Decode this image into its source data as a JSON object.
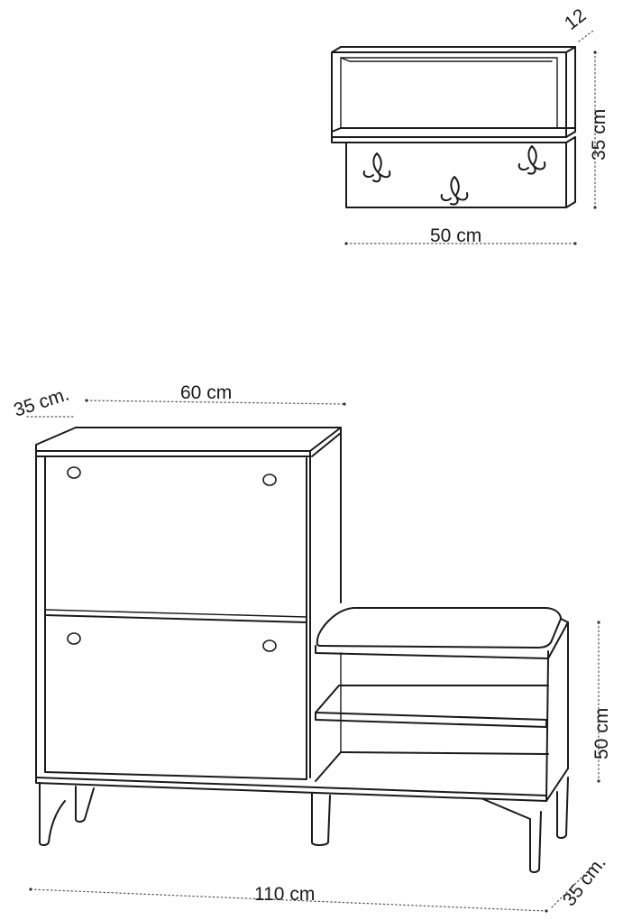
{
  "wall_shelf": {
    "depth_label": "12",
    "height_label": "35 cm",
    "width_label": "50 cm"
  },
  "cabinet": {
    "depth_label_top": "35 cm.",
    "cabinet_width_label": "60 cm",
    "bench_height_label": "50 cm",
    "total_width_label": "110 cm",
    "depth_label_bottom": "35 cm."
  }
}
